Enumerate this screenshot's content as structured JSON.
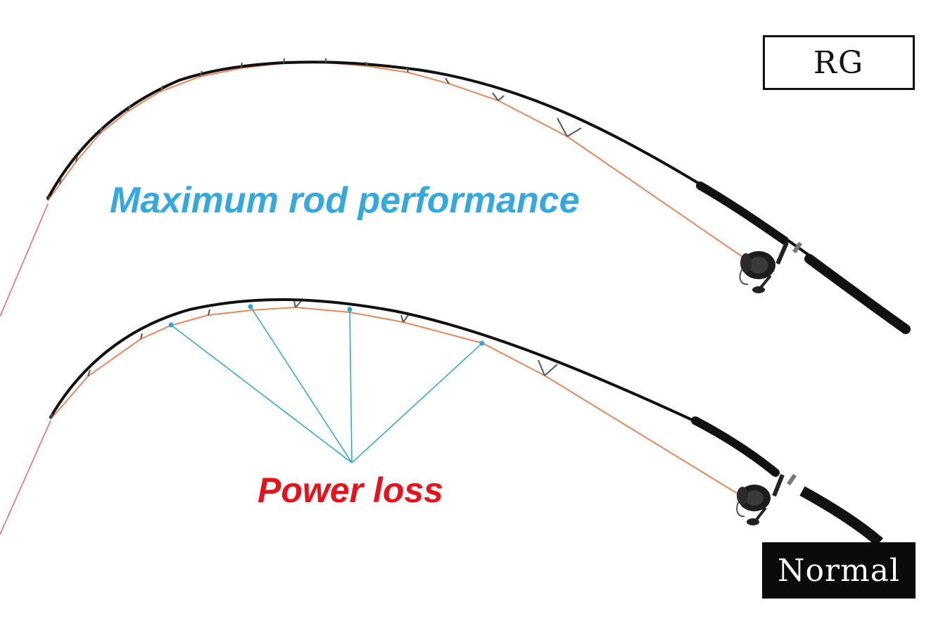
{
  "labels": {
    "rg": "RG",
    "normal": "Normal"
  },
  "captions": {
    "rg": "Maximum rod performance",
    "normal": "Power loss"
  },
  "colors": {
    "rg_caption": "#35a8dc",
    "normal_caption": "#e3141e",
    "guide_line": "#e8875a",
    "fishing_line": "#ec6d78",
    "pointer_lines": "#2aa5d8",
    "rod": "#111111"
  },
  "icons": {
    "rod": "fishing-rod",
    "reel": "spinning-reel"
  }
}
